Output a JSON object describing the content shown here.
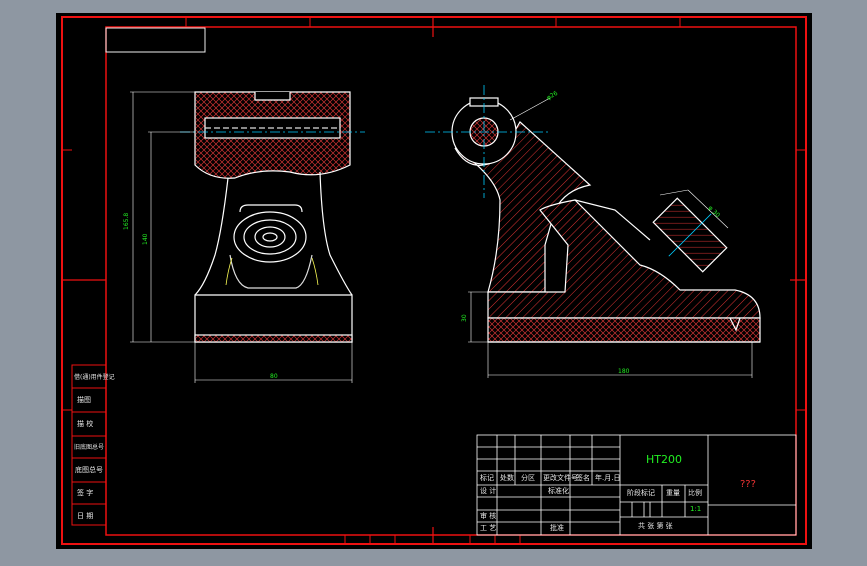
{
  "drawing": {
    "material": "HT200",
    "part_name": "???",
    "scale": "1:1",
    "dimensions": {
      "front_height_total": "165.8",
      "front_height_inner": "140",
      "front_width": "80",
      "side_height": "30",
      "side_width": "180",
      "hole_diameter": "φ26",
      "boss_diameter": "φ 30"
    },
    "binding_column": [
      "描图",
      "描 校",
      "底图总号",
      "签 字",
      "日 期",
      "旧底图总号",
      "借(通)用件登记"
    ],
    "title_block": {
      "row_labels": [
        "标记",
        "处数",
        "分区",
        "更改文件号",
        "签名",
        "年.月.日"
      ],
      "designer": "设 计",
      "standardization": "标准化",
      "stage_mark": "阶段标记",
      "weight": "重量",
      "ratio": "比例",
      "audit": "审 核",
      "process": "工 艺",
      "approve": "批准",
      "sheets": "共  张  第  张"
    }
  }
}
